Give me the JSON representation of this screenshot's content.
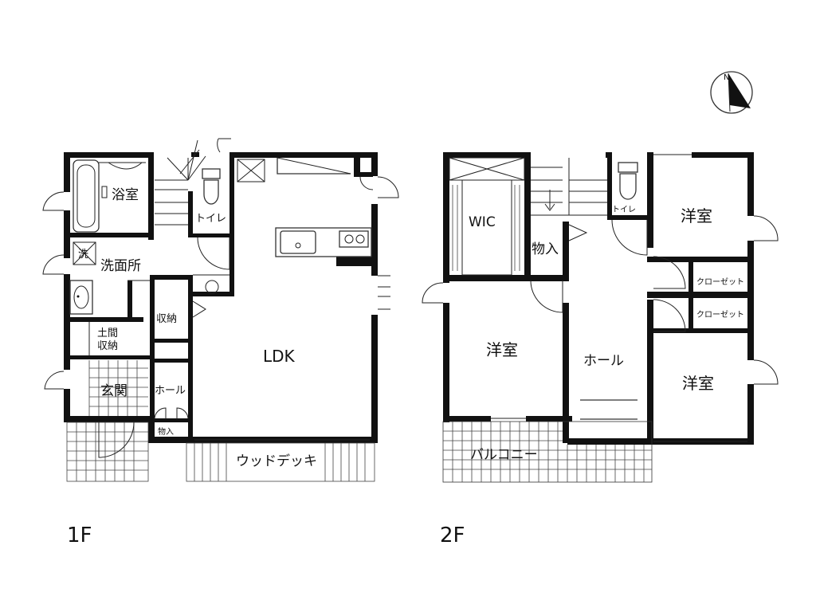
{
  "floor1": {
    "label": "1F",
    "rooms": {
      "bath": "浴室",
      "wash_symbol": "洗",
      "washroom": "洗面所",
      "toilet": "トイレ",
      "storage": "収納",
      "doma_storage_1": "土間",
      "doma_storage_2": "収納",
      "entrance": "玄関",
      "hall": "ホール",
      "closet_small": "物入",
      "ldk": "LDK",
      "deck": "ウッドデッキ"
    }
  },
  "floor2": {
    "label": "2F",
    "rooms": {
      "wic": "WIC",
      "closet": "物入",
      "toilet": "トイレ",
      "bedroom_ne": "洋室",
      "bedroom_w": "洋室",
      "bedroom_se": "洋室",
      "hall": "ホール",
      "closet_a": "クローゼット",
      "closet_b": "クローゼット",
      "balcony": "バルコニー"
    }
  },
  "compass": {
    "symbol": "N"
  }
}
